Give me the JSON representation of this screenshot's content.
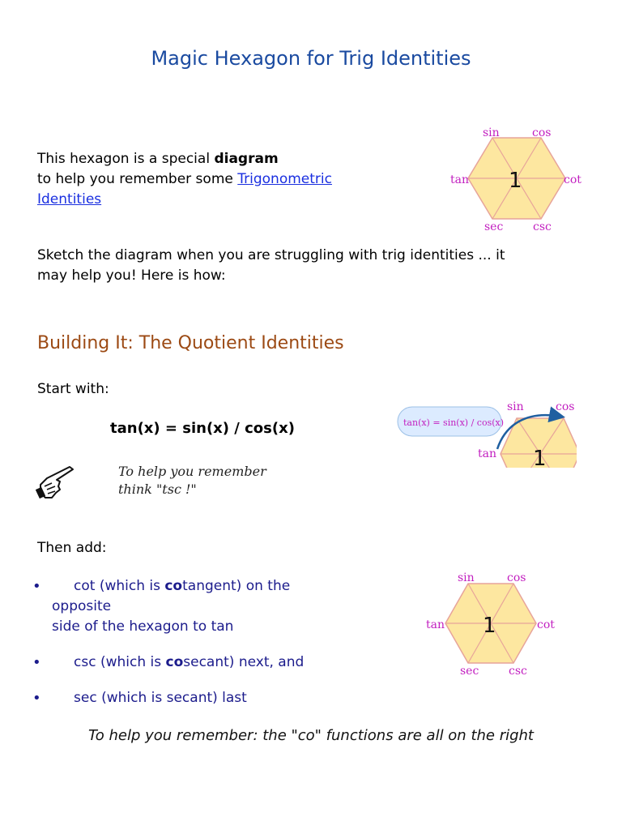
{
  "title": "Magic Hexagon for Trig Identities",
  "intro": {
    "line1_prefix": "This hexagon is a special ",
    "line1_bold": "diagram",
    "line2_prefix": "to help you remember some ",
    "link_part1": "Trigonometric ",
    "link_part2": "Identities"
  },
  "sketch_text": {
    "line1": "Sketch the diagram when you are struggling with trig identities ... it",
    "line2": "may help you! Here is how:"
  },
  "section_heading": "Building It: The Quotient Identities",
  "start_with": "Start with:",
  "main_formula": "tan(x) = sin(x) / cos(x)",
  "hint": {
    "line1": "To help you remember",
    "line2": "think \"tsc !\""
  },
  "then_add": "Then add:",
  "bullets": [
    {
      "prefix": "cot (which is ",
      "bold": "co",
      "suffix": "tangent) on the",
      "line2": "opposite",
      "line3": "side of the hexagon to tan"
    },
    {
      "prefix": "csc (which is ",
      "bold": "co",
      "suffix": "secant) next, and"
    },
    {
      "prefix": "sec (which is secant) last"
    }
  ],
  "closing": "To help you remember: the \"co\" functions are all on the right",
  "hexagon": {
    "labels": {
      "sin": "sin",
      "cos": "cos",
      "tan": "tan",
      "cot": "cot",
      "sec": "sec",
      "csc": "csc"
    },
    "center": "1",
    "bubble": "tan(x) = sin(x) / cos(x)"
  },
  "colors": {
    "title": "#1a4aa0",
    "heading": "#9c4a14",
    "label": "#c21fc0",
    "hex_fill": "#fde7a0",
    "hex_stroke": "#e7a49a",
    "arrow": "#1f5fa0",
    "bullet_text": "#1c1c8c"
  }
}
